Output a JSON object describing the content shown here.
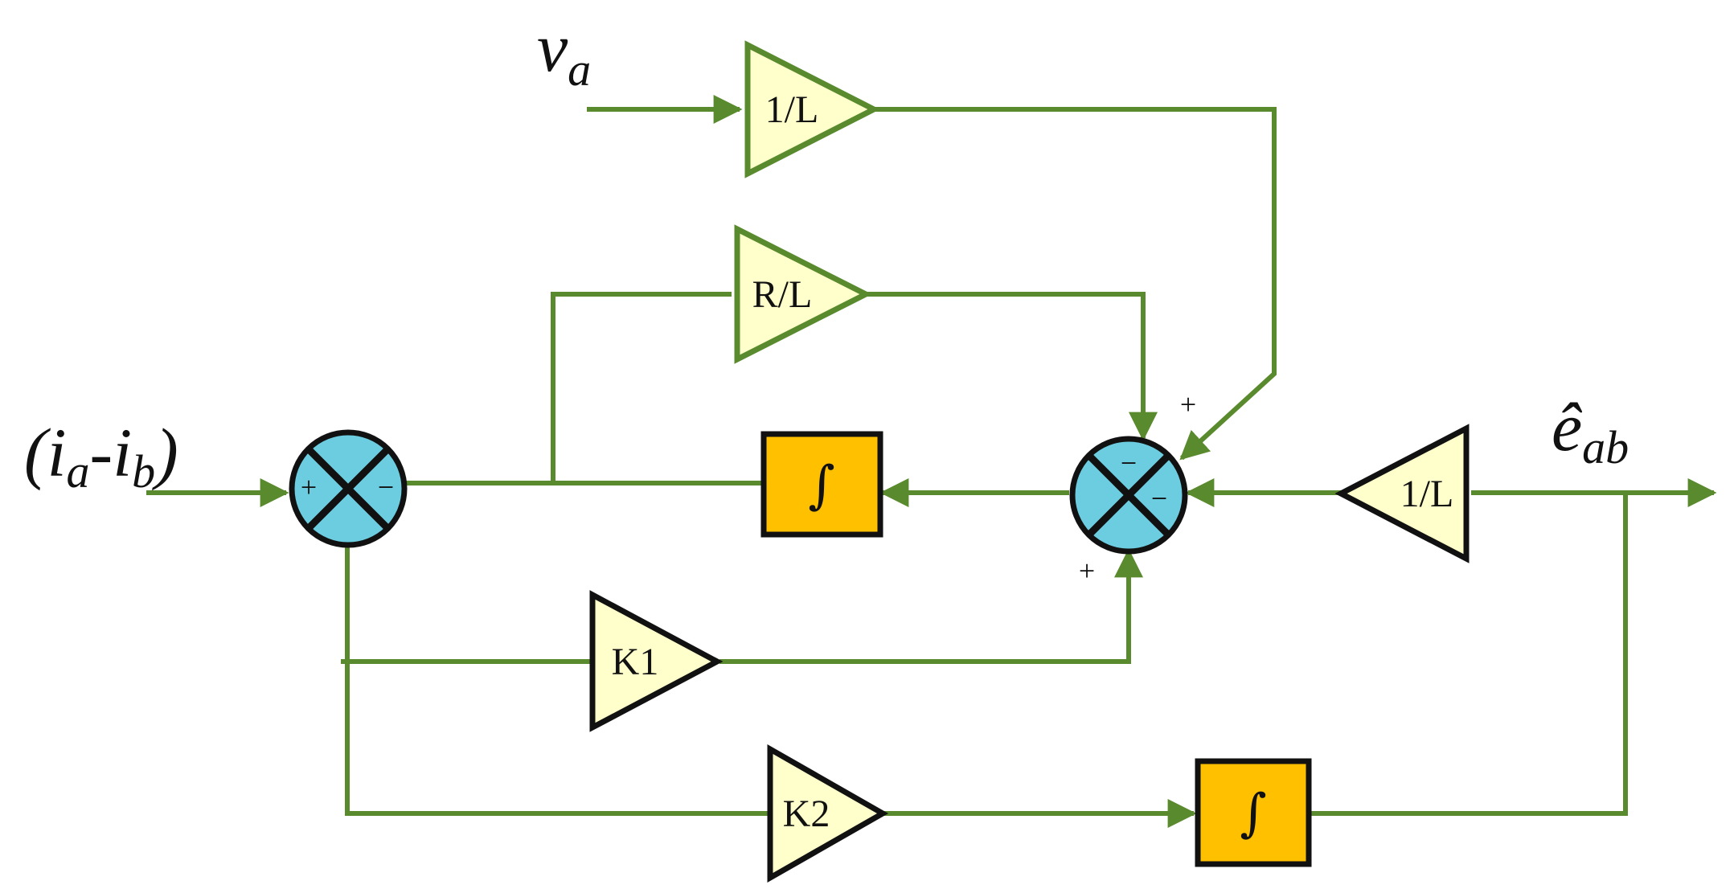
{
  "inputs": {
    "va": {
      "base": "v",
      "sub": "a"
    },
    "current_diff": {
      "open": "(",
      "i1": "i",
      "s1": "a",
      "dash": "-",
      "i2": "i",
      "s2": "b",
      "close": ")"
    }
  },
  "output": {
    "base": "ê",
    "sub": "ab"
  },
  "blocks": {
    "gain_va": "1/L",
    "gain_rl": "R/L",
    "gain_out": "1/L",
    "gain_k1": "K1",
    "gain_k2": "K2",
    "integrator_top": "∫",
    "integrator_bottom": "∫"
  },
  "signs": {
    "sum1_left": "+",
    "sum1_right": "−",
    "sum2_top": "−",
    "sum2_right": "−",
    "sum2_plus_upper": "+",
    "sum2_plus_lower": "+"
  },
  "colors": {
    "wire": "#5a8a2e",
    "gain_fill": "#ffffcc",
    "integrator_fill": "#ffc000",
    "summer_fill": "#6ccde0"
  }
}
